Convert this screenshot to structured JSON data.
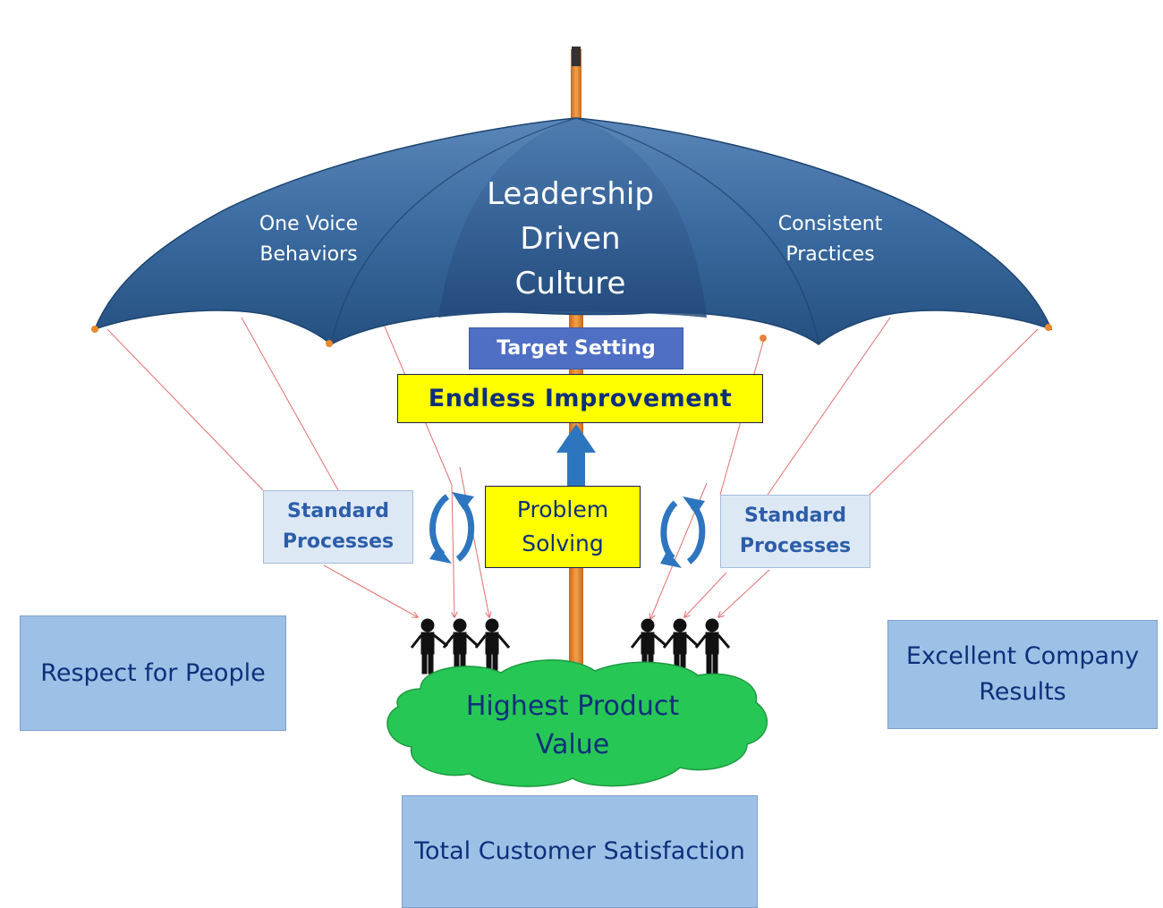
{
  "umbrella": {
    "title_lines": [
      "Leadership",
      "Driven",
      "Culture"
    ],
    "left_lines": [
      "One Voice",
      "Behaviors"
    ],
    "right_lines": [
      "Consistent",
      "Practices"
    ]
  },
  "target_setting": "Target Setting",
  "endless_improvement": "Endless Improvement",
  "problem_solving_lines": [
    "Problem",
    "Solving"
  ],
  "standard_processes_left": [
    "Standard",
    "Processes"
  ],
  "standard_processes_right": [
    "Standard",
    "Processes"
  ],
  "respect_for_people": "Respect for People",
  "excellent_company_results": [
    "Excellent Company",
    "Results"
  ],
  "highest_product_value": [
    "Highest Product",
    "Value"
  ],
  "total_customer_satisfaction": "Total Customer Satisfaction",
  "colors": {
    "canopy": "#2f5e92",
    "canopy_center": "#2a5485",
    "shaft": "#e8892b",
    "yellow": "#ffff00",
    "cloud": "#27c755",
    "box_blue": "#9dc1e6",
    "text_navy": "#0e2f7c",
    "connector_red": "#e07070"
  },
  "icons": [
    "umbrella",
    "cycle-arrows-icon",
    "up-arrow-icon",
    "people-group-icon",
    "cloud"
  ]
}
